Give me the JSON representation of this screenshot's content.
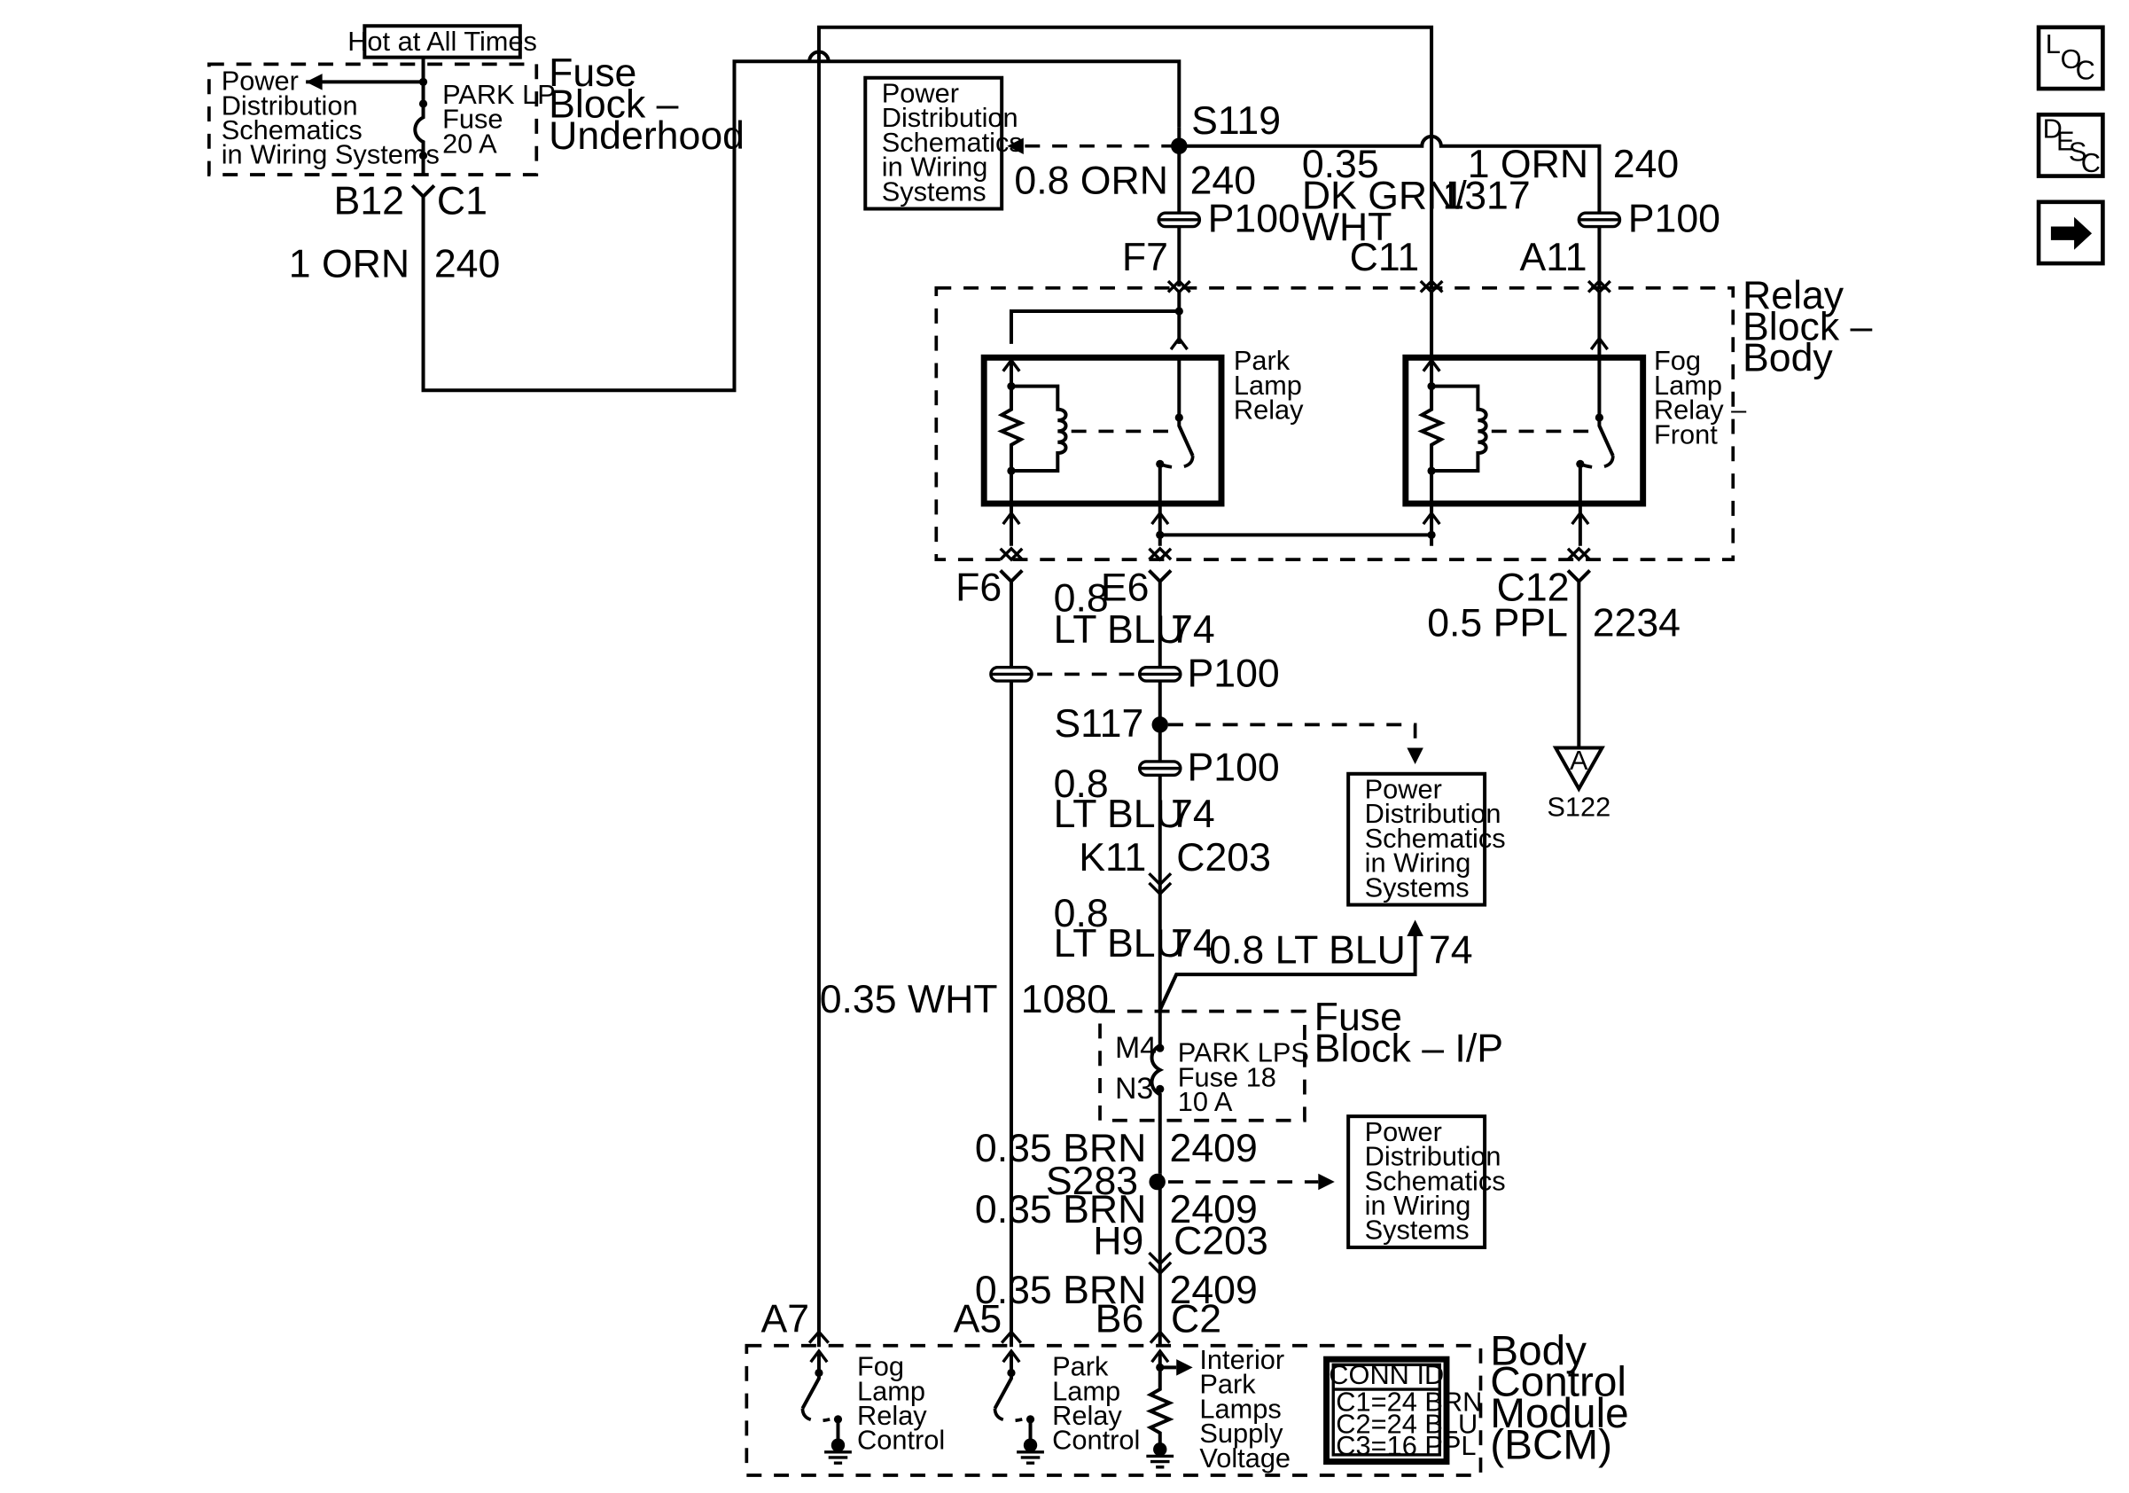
{
  "hot_label": "Hot at All Times",
  "fuse_block_underhood": {
    "title": [
      "Fuse",
      "Block –",
      "Underhood"
    ],
    "power_dist": [
      "Power",
      "Distribution",
      "Schematics",
      "in Wiring Systems"
    ],
    "fuse": [
      "PARK LP",
      "Fuse",
      "20 A"
    ],
    "connector": {
      "pin": "B12",
      "name": "C1"
    },
    "wire": {
      "gauge": "1 ORN",
      "circuit": "240"
    }
  },
  "power_dist_boxes": {
    "top": [
      "Power",
      "Distribution",
      "Schematics",
      "in Wiring",
      "Systems"
    ],
    "s117": [
      "Power",
      "Distribution",
      "Schematics",
      "in Wiring",
      "Systems"
    ],
    "s283": [
      "Power",
      "Distribution",
      "Schematics",
      "in Wiring",
      "Systems"
    ]
  },
  "splices": {
    "s119": "S119",
    "s117": "S117",
    "s283": "S283",
    "s122": "S122",
    "s122_connector": "A"
  },
  "top_wires": {
    "w240_left": {
      "gauge": "0.8 ORN",
      "circuit": "240",
      "inline": "P100",
      "pin": "F7"
    },
    "w1317": {
      "gauge": [
        "0.35",
        "DK GRN/",
        "WHT"
      ],
      "circuit": "1317",
      "pin": "C11"
    },
    "w240_right": {
      "gauge": "1 ORN",
      "circuit": "240",
      "inline": "P100",
      "pin": "A11"
    }
  },
  "relay_block": {
    "title": [
      "Relay",
      "Block –",
      "Body"
    ],
    "park_relay": [
      "Park",
      "Lamp",
      "Relay"
    ],
    "fog_relay": [
      "Fog",
      "Lamp",
      "Relay –",
      "Front"
    ]
  },
  "lower_wires": {
    "f6": "F6",
    "e6": "E6",
    "c12": "C12",
    "w74_a": {
      "gauge": [
        "0.8",
        "LT BLU"
      ],
      "circuit": "74",
      "inline": "P100"
    },
    "w2234": {
      "gauge": "0.5 PPL",
      "circuit": "2234"
    },
    "inline_p100_b": "P100",
    "w74_b": {
      "gauge": [
        "0.8",
        "LT BLU"
      ],
      "circuit": "74"
    },
    "c203_k11": {
      "pin": "K11",
      "name": "C203"
    },
    "w74_c": {
      "gauge": [
        "0.8",
        "LT BLU"
      ],
      "circuit": "74"
    },
    "w74_out": {
      "gauge": "0.8 LT BLU",
      "circuit": "74"
    },
    "w1080": {
      "gauge": "0.35 WHT",
      "circuit": "1080"
    }
  },
  "fuse_block_ip": {
    "title": [
      "Fuse",
      "Block – I/P"
    ],
    "pin_in": "M4",
    "pin_out": "N3",
    "fuse": [
      "PARK LPS",
      "Fuse 18",
      "10 A"
    ]
  },
  "brn_wires": {
    "a": {
      "gauge": "0.35 BRN",
      "circuit": "2409"
    },
    "b": {
      "gauge": "0.35 BRN",
      "circuit": "2409"
    },
    "c203_h9": {
      "pin": "H9",
      "name": "C203"
    },
    "c": {
      "gauge": "0.35 BRN",
      "circuit": "2409"
    }
  },
  "bcm": {
    "title": [
      "Body",
      "Control",
      "Module",
      "(BCM)"
    ],
    "pins": {
      "a7": "A7",
      "a5": "A5",
      "b6": "B6",
      "c2": "C2"
    },
    "fog_ctrl": [
      "Fog",
      "Lamp",
      "Relay",
      "Control"
    ],
    "park_ctrl": [
      "Park",
      "Lamp",
      "Relay",
      "Control"
    ],
    "interior": [
      "Interior",
      "Park",
      "Lamps",
      "Supply",
      "Voltage"
    ],
    "conn_id": {
      "header": "CONN ID",
      "rows": [
        "C1=24 BRN",
        "C2=24 BLU",
        "C3=16 PPL"
      ]
    }
  },
  "nav": {
    "loc": [
      "L",
      "O",
      "C"
    ],
    "desc": [
      "D",
      "E",
      "S",
      "C"
    ]
  }
}
